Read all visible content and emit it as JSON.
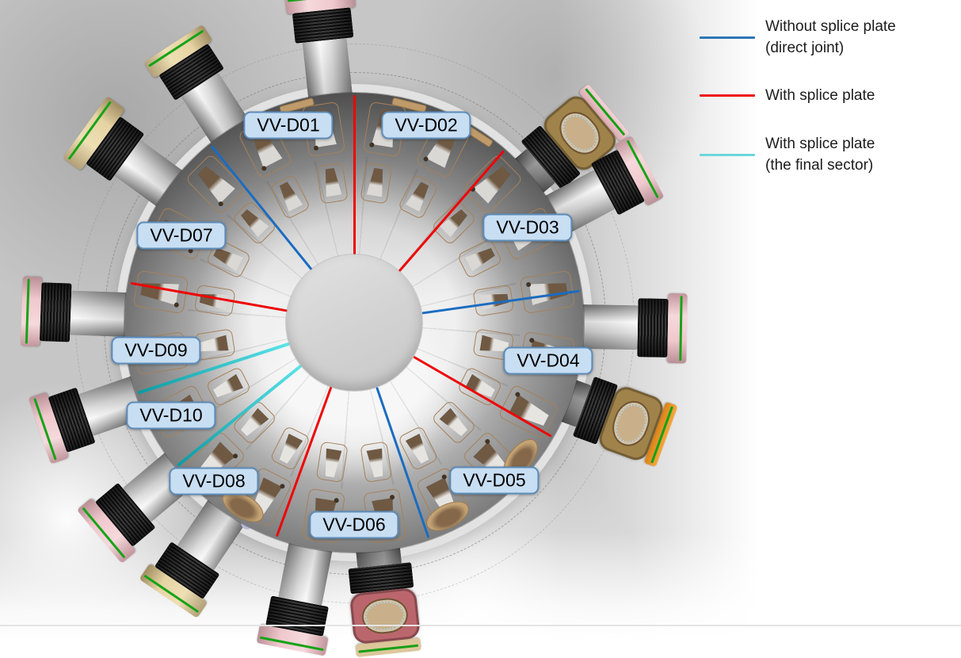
{
  "legend": {
    "items": [
      {
        "type": "direct_joint",
        "color": "#2e75b6",
        "lines": [
          "Without splice plate",
          "(direct joint)"
        ]
      },
      {
        "type": "splice_plate",
        "color": "#ee1111",
        "lines": [
          "With splice plate"
        ]
      },
      {
        "type": "splice_plate_final",
        "color": "#6cd6dd",
        "lines": [
          "With splice plate",
          "(the final sector)"
        ]
      }
    ]
  },
  "diagram": {
    "sector_labels": [
      {
        "id": "VV-D01"
      },
      {
        "id": "VV-D02"
      },
      {
        "id": "VV-D03"
      },
      {
        "id": "VV-D04"
      },
      {
        "id": "VV-D05"
      },
      {
        "id": "VV-D06"
      },
      {
        "id": "VV-D07"
      },
      {
        "id": "VV-D08"
      },
      {
        "id": "VV-D09"
      },
      {
        "id": "VV-D10"
      }
    ],
    "joints": [
      {
        "angle": 0,
        "type": "splice_plate"
      },
      {
        "angle": 41,
        "type": "splice_plate"
      },
      {
        "angle": 82,
        "type": "direct_joint"
      },
      {
        "angle": 120,
        "type": "splice_plate"
      },
      {
        "angle": 161,
        "type": "direct_joint"
      },
      {
        "angle": 200,
        "type": "splice_plate"
      },
      {
        "angle": 231,
        "type": "splice_plate_final"
      },
      {
        "angle": 252,
        "type": "splice_plate_final"
      },
      {
        "angle": 280,
        "type": "splice_plate"
      },
      {
        "angle": 321,
        "type": "direct_joint"
      }
    ],
    "ports": [
      {
        "angle": -6,
        "style": "pink"
      },
      {
        "angle": 50,
        "style": "front-olive",
        "strip": "pinkst"
      },
      {
        "angle": 62,
        "style": "pink"
      },
      {
        "angle": 91,
        "style": "pink"
      },
      {
        "angle": 110,
        "style": "front-olive",
        "strip": "orange"
      },
      {
        "angle": 174,
        "style": "front-red",
        "strip": "tan"
      },
      {
        "angle": 191,
        "style": "pink"
      },
      {
        "angle": 214,
        "style": "tan",
        "extra": "knob"
      },
      {
        "angle": 230,
        "style": "pink"
      },
      {
        "angle": 251,
        "style": "pink"
      },
      {
        "angle": 272,
        "style": "pink"
      },
      {
        "angle": 306,
        "style": "tan-long"
      },
      {
        "angle": 327,
        "style": "tan",
        "extra": "valve"
      }
    ]
  }
}
